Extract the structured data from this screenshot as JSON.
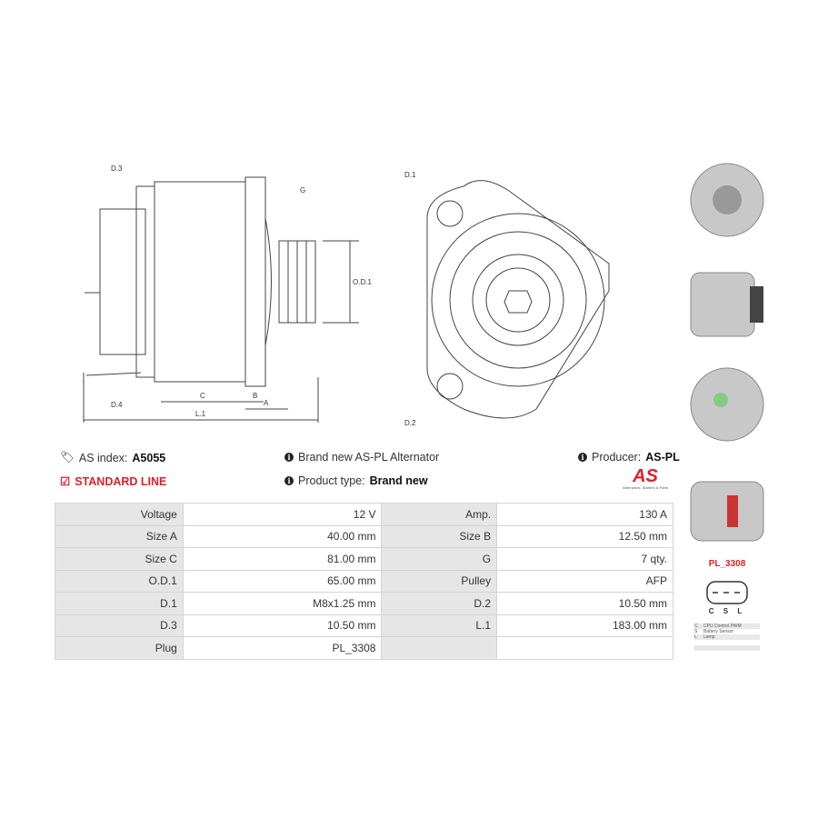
{
  "diagram_labels": {
    "d3": "D.3",
    "d4": "D.4",
    "g": "G",
    "od1": "O.D.1",
    "c": "C",
    "b": "B",
    "a": "A",
    "l1": "L.1",
    "d1": "D.1",
    "d2": "D.2"
  },
  "info": {
    "as_index_label": "AS index:",
    "as_index_value": "A5055",
    "description": "Brand new AS-PL Alternator",
    "producer_label": "Producer:",
    "producer_value": "AS-PL",
    "standard_line": "STANDARD LINE",
    "product_type_label": "Product type:",
    "product_type_value": "Brand new",
    "logo_text": "AS",
    "logo_tagline": "Alternators, Starters & Parts"
  },
  "specs": [
    [
      "Voltage",
      "12 V",
      "Amp.",
      "130 A"
    ],
    [
      "Size A",
      "40.00 mm",
      "Size B",
      "12.50 mm"
    ],
    [
      "Size C",
      "81.00 mm",
      "G",
      "7 qty."
    ],
    [
      "O.D.1",
      "65.00 mm",
      "Pulley",
      "AFP"
    ],
    [
      "D.1",
      "M8x1.25 mm",
      "D.2",
      "10.50 mm"
    ],
    [
      "D.3",
      "10.50 mm",
      "L.1",
      "183.00 mm"
    ],
    [
      "Plug",
      "PL_3308",
      "",
      ""
    ]
  ],
  "plug": {
    "name": "PL_3308",
    "pins": "C S L",
    "legend": [
      [
        "C",
        "CPU Control PWM"
      ],
      [
        "S",
        "Battery Sensor"
      ],
      [
        "L",
        "Lamp"
      ]
    ]
  },
  "colors": {
    "accent": "#e0202a"
  }
}
